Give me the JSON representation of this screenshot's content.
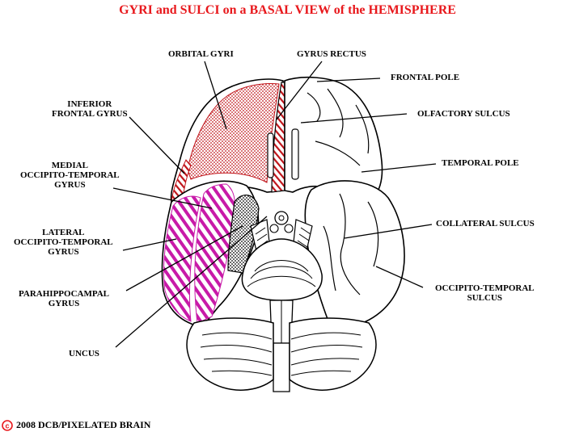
{
  "title": "GYRI and SULCI on a BASAL VIEW of the HEMISPHERE",
  "labels": {
    "orbital_gyri": "ORBITAL GYRI",
    "gyrus_rectus": "GYRUS RECTUS",
    "frontal_pole": "FRONTAL POLE",
    "inferior_frontal_gyrus": "INFERIOR\nFRONTAL GYRUS",
    "olfactory_sulcus": "OLFACTORY SULCUS",
    "medial_occipito_temporal_gyrus": "MEDIAL\nOCCIPITO-TEMPORAL\nGYRUS",
    "temporal_pole": "TEMPORAL POLE",
    "lateral_occipito_temporal_gyrus": "LATERAL\nOCCIPITO-TEMPORAL\nGYRUS",
    "collateral_sulcus": "COLLATERAL SULCUS",
    "parahippocampal_gyrus": "PARAHIPPOCAMPAL\nGYRUS",
    "occipito_temporal_sulcus": "OCCIPITO-TEMPORAL\nSULCUS",
    "uncus": "UNCUS"
  },
  "credit": {
    "symbol": "c",
    "text": "2008  DCB/PIXELATED BRAIN"
  },
  "colors": {
    "title": "#e8181c",
    "orbital_dots": "#c0141a",
    "medial_hatch": "#c81aa8",
    "outline": "#000000"
  }
}
